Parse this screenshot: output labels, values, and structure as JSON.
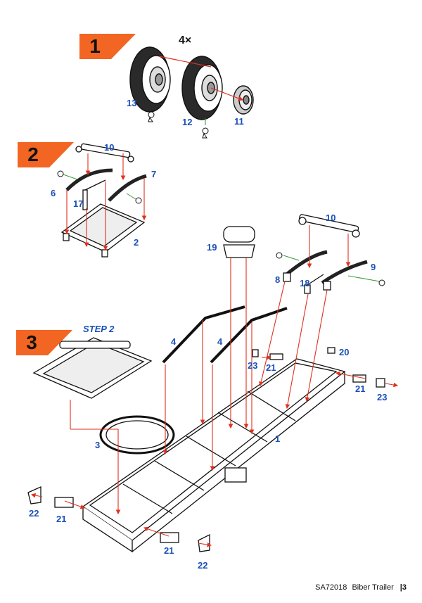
{
  "steps": [
    {
      "number": "1",
      "quantity": "4×"
    },
    {
      "number": "2"
    },
    {
      "number": "3",
      "reference": "STEP 2"
    }
  ],
  "labels": {
    "s1_p13": "13",
    "s1_p12": "12",
    "s1_p11": "11",
    "s2_p10": "10",
    "s2_p7": "7",
    "s2_p6": "6",
    "s2_p17": "17",
    "s2_p2": "2",
    "s3_p10": "10",
    "s3_p19": "19",
    "s3_p9": "9",
    "s3_p8": "8",
    "s3_p18": "18",
    "s3_p4a": "4",
    "s3_p4b": "4",
    "s3_p23a": "23",
    "s3_p21a": "21",
    "s3_p20": "20",
    "s3_p21b": "21",
    "s3_p23b": "23",
    "s3_p3": "3",
    "s3_p1": "1",
    "s3_p22a": "22",
    "s3_p21c": "21",
    "s3_p21d": "21",
    "s3_p22b": "22"
  },
  "footer": {
    "code": "SA72018",
    "title": "Biber Trailer",
    "page": "3"
  },
  "colors": {
    "step_flag": "#f26522",
    "label_blue": "#1a4fb8",
    "arrow_red": "#e0301e",
    "line_green": "#3a9a3a",
    "ink": "#111111"
  },
  "icons": [
    "glue-cement-icon"
  ]
}
